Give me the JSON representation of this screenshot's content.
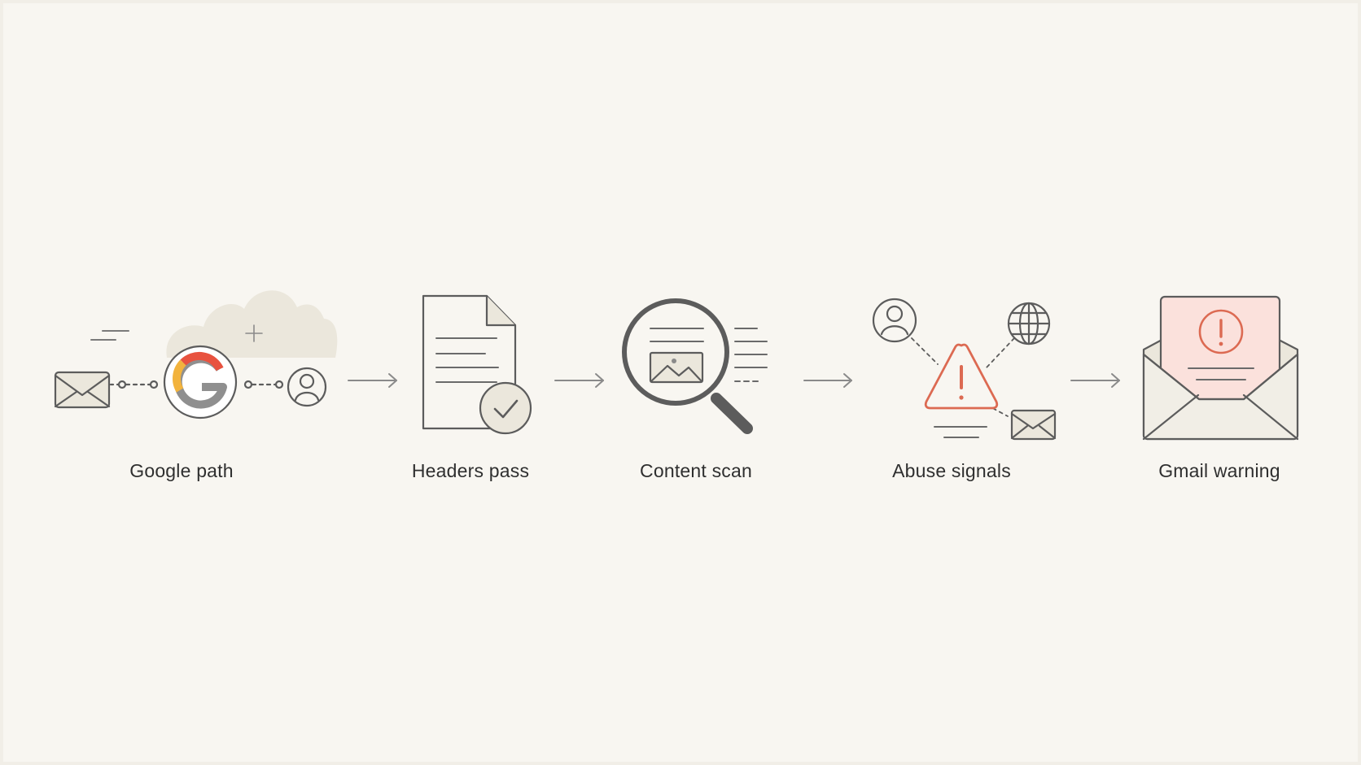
{
  "steps": [
    {
      "label": "Google path",
      "icon": "google-route-icon"
    },
    {
      "label": "Headers pass",
      "icon": "document-check-icon"
    },
    {
      "label": "Content scan",
      "icon": "magnifier-scan-icon"
    },
    {
      "label": "Abuse signals",
      "icon": "warning-network-icon"
    },
    {
      "label": "Gmail warning",
      "icon": "envelope-alert-icon"
    }
  ],
  "colors": {
    "background": "#f8f6f1",
    "stroke": "#5c5c5c",
    "fill_beige": "#ebe7dc",
    "alert_red": "#dc6a52",
    "alert_fill": "#fbe1dc",
    "google_red": "#e8523f",
    "google_yellow": "#f2b33d",
    "google_grey": "#8f8f8f"
  }
}
